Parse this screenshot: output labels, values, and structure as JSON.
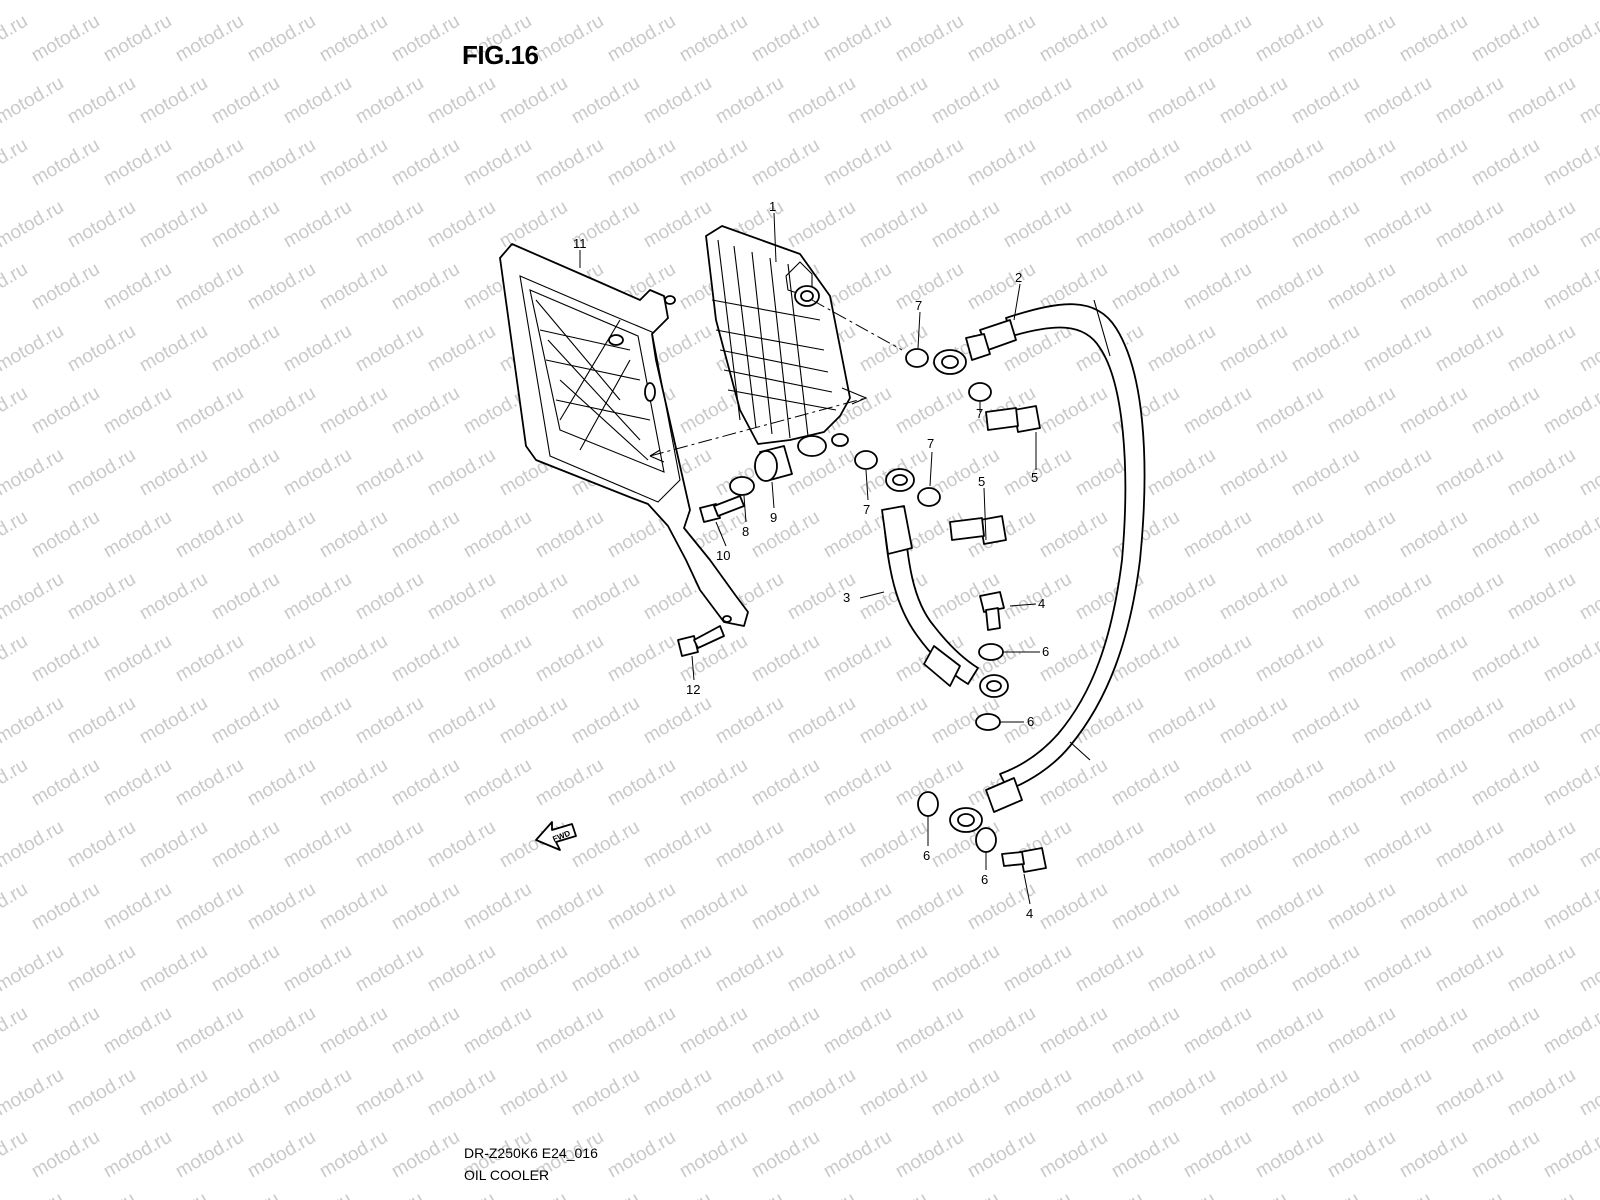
{
  "figure": {
    "title": "FIG.16",
    "code": "DR-Z250K6 E24_016",
    "name": "OIL COOLER",
    "fwd_label": "FWD",
    "watermark": "motod.ru"
  },
  "callouts": [
    "1",
    "2",
    "3",
    "4",
    "4",
    "5",
    "5",
    "6",
    "6",
    "6",
    "6",
    "7",
    "7",
    "7",
    "7",
    "8",
    "9",
    "10",
    "11",
    "12"
  ],
  "colors": {
    "line": "#000000",
    "watermark": "#c9c9c9",
    "background": "#ffffff"
  }
}
